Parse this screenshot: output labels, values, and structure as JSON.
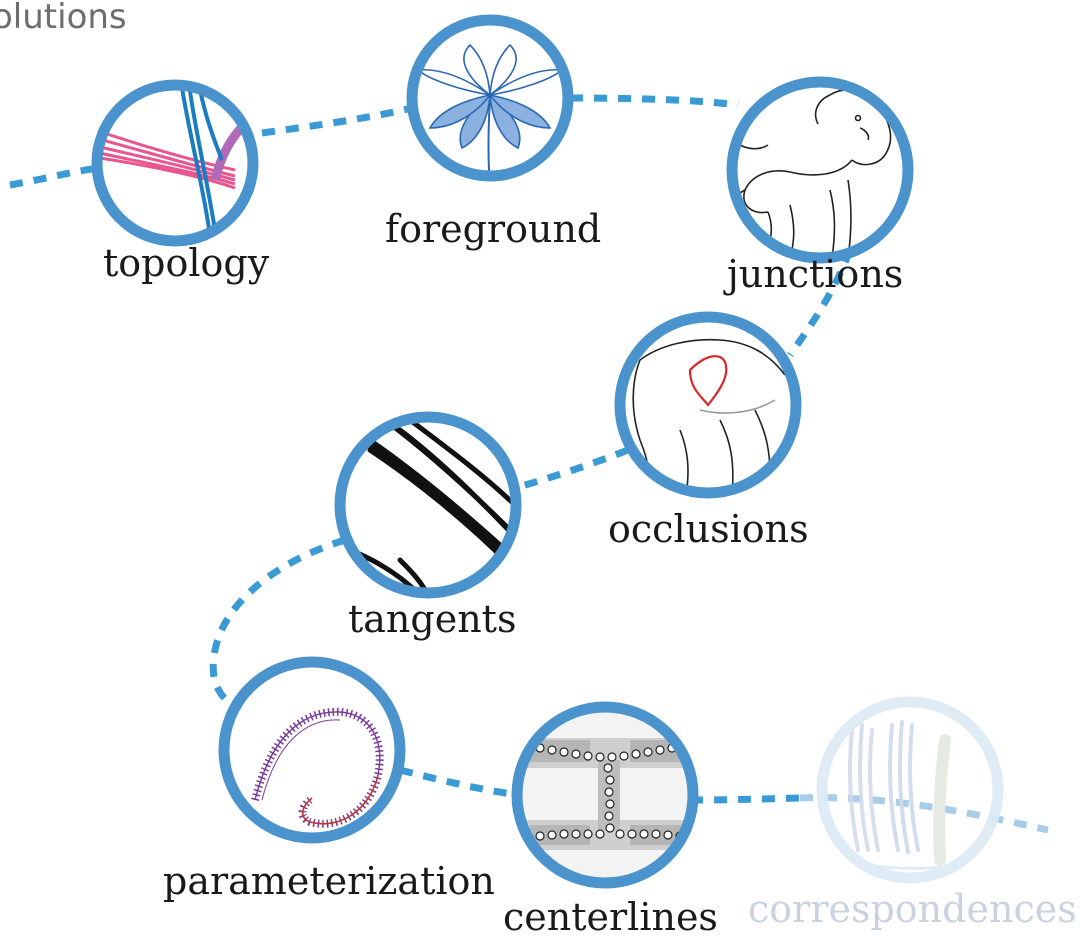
{
  "header": {
    "title": "olutions"
  },
  "nodes": {
    "topology": {
      "label": "topology"
    },
    "foreground": {
      "label": "foreground"
    },
    "junctions": {
      "label": "junctions"
    },
    "occlusions": {
      "label": "occlusions"
    },
    "tangents": {
      "label": "tangents"
    },
    "parameterization": {
      "label": "parameterization"
    },
    "centerlines": {
      "label": "centerlines"
    },
    "correspondences": {
      "label": "correspondences",
      "state": "faded"
    }
  },
  "colors": {
    "ring": "#4a93cd",
    "path": "#3a9ad6",
    "faded_ring": "#dcebf6",
    "topology_pink": "#e8558f",
    "topology_purple": "#b06ab8",
    "topology_blue": "#1a7cc2",
    "flower_fill": "#8ab1e0",
    "flower_stroke": "#2b68b3",
    "occlusion_red": "#d42a2a",
    "param_purple": "#7a3c98",
    "param_red": "#c4342a"
  }
}
